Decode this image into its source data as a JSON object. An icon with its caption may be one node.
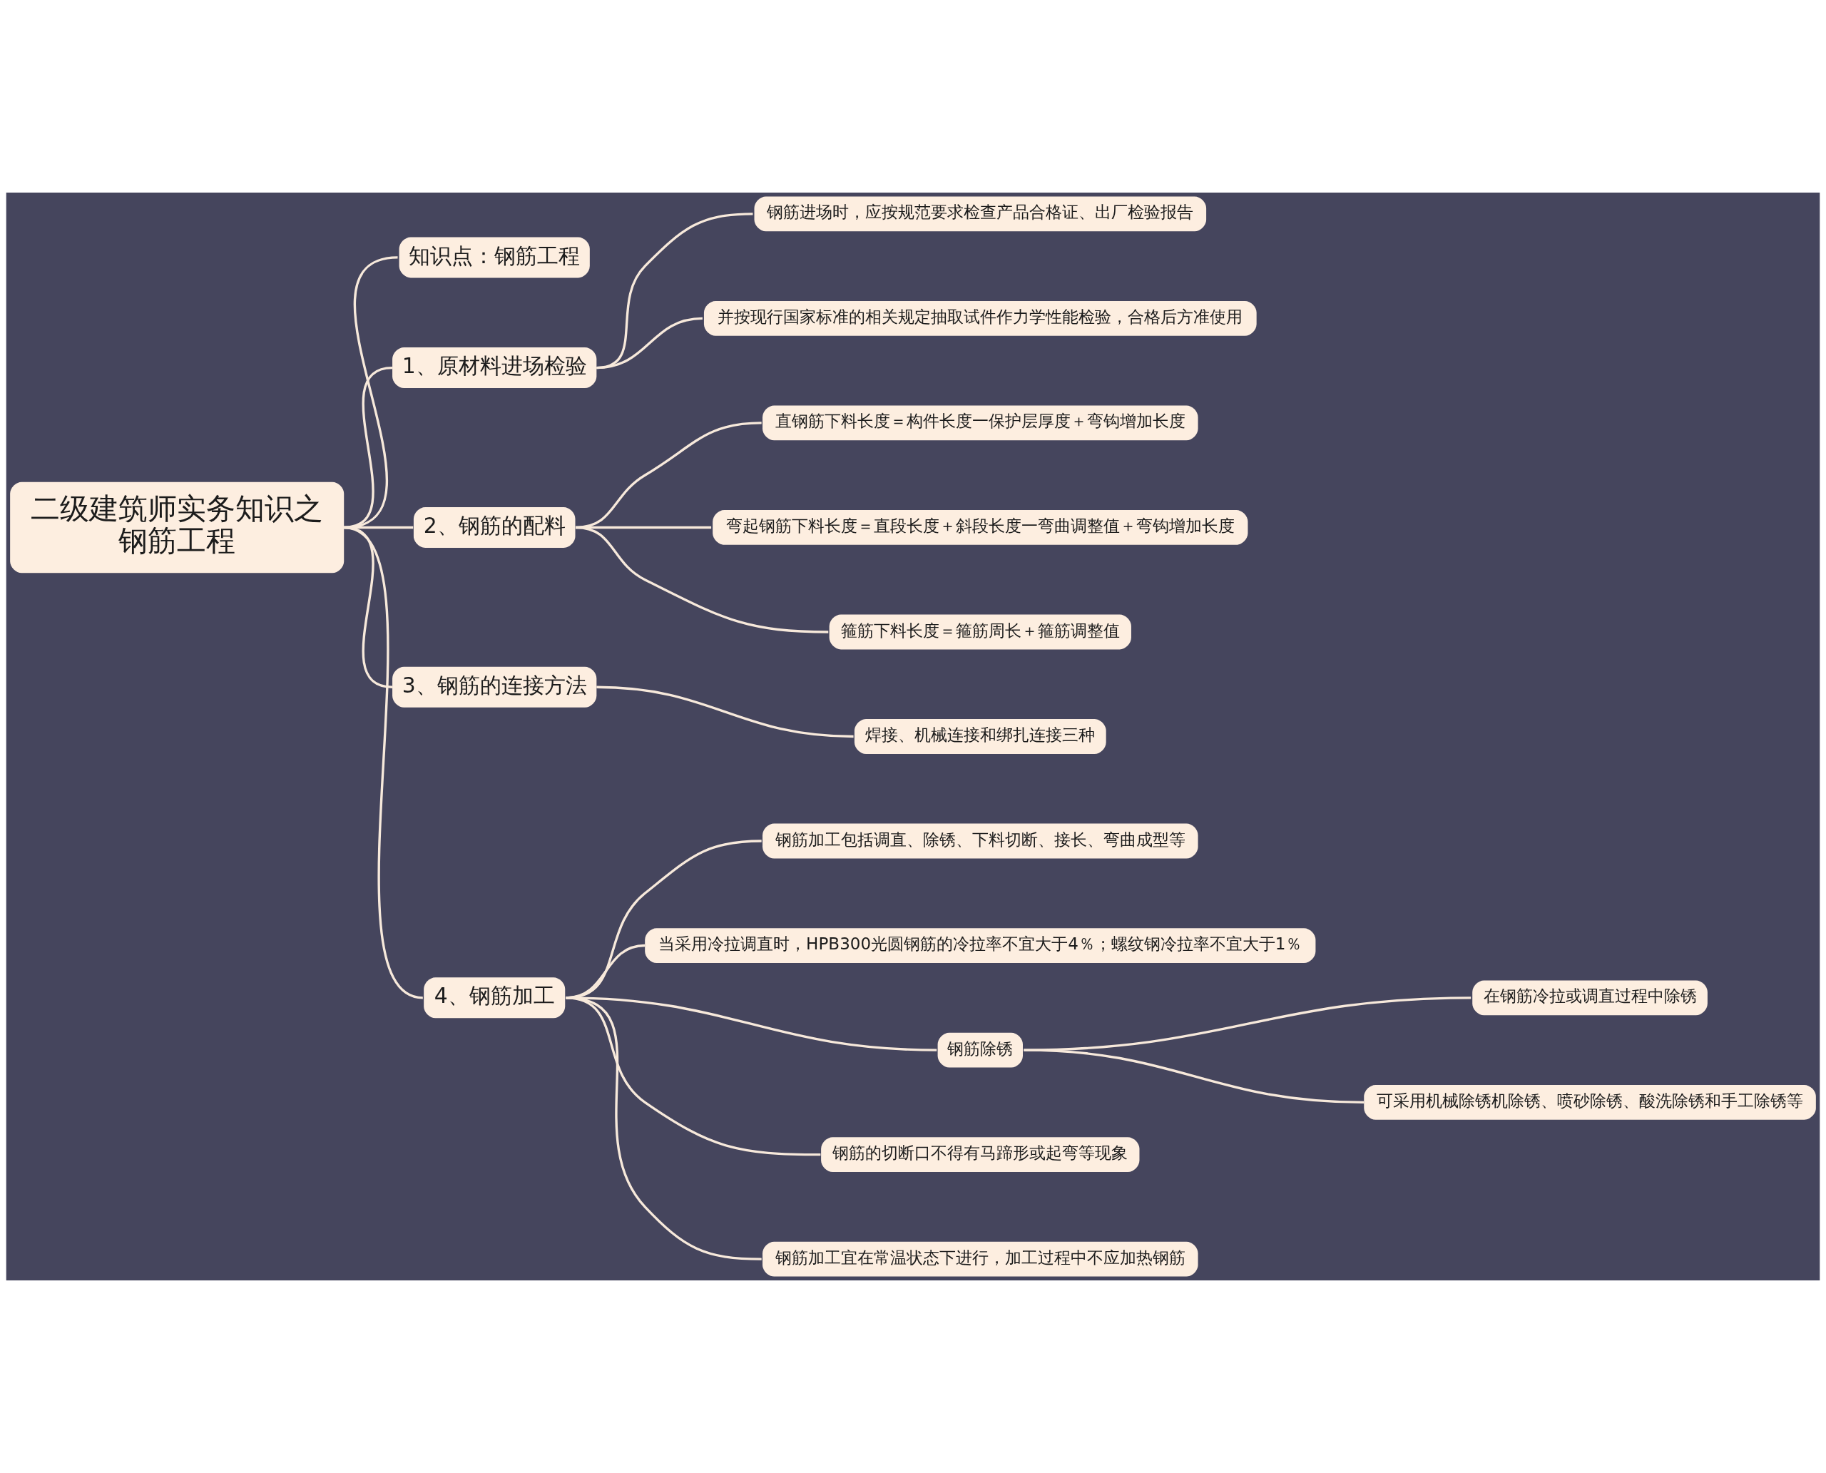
{
  "diagram": {
    "nodes": [
      {
        "text": [
          "二级建筑师实务知识之钢筋工程"
        ]
      },
      {
        "text": [
          "知识点：钢筋工程"
        ]
      },
      {
        "text": [
          "1、原材料进场检验"
        ]
      },
      {
        "text": [
          "钢筋进场时，应按规范要求检查产品合格证、出厂检验报告"
        ]
      },
      {
        "text": [
          "并按现行国家标准的相关规定抽取试件作力学性能检验，合格后方准使用"
        ]
      },
      {
        "text": [
          "2、钢筋的配料"
        ]
      },
      {
        "text": [
          "直钢筋下料长度＝构件长度一保护层厚度＋弯钩增加长度"
        ]
      },
      {
        "text": [
          "弯起钢筋下料长度＝直段长度＋斜段长度一弯曲调整值＋弯钩增加长度"
        ]
      },
      {
        "text": [
          "箍筋下料长度＝箍筋周长＋箍筋调整值"
        ]
      },
      {
        "text": [
          "3、钢筋的连接方法"
        ]
      },
      {
        "text": [
          "焊接、机械连接和绑扎连接三种"
        ]
      },
      {
        "text": [
          "4、钢筋加工"
        ]
      },
      {
        "text": [
          "钢筋加工包括调直、除锈、下料切断、接长、弯曲成型等"
        ]
      },
      {
        "text": [
          "当采用冷拉调直时，HPB300光圆钢筋的冷拉率不宜大于4％；螺纹钢冷拉率不宜大于1％"
        ]
      },
      {
        "text": [
          "钢筋除锈"
        ]
      },
      {
        "text": [
          "在钢筋冷拉或调直过程中除锈"
        ]
      },
      {
        "text": [
          "可采用机械除锈机除锈、喷砂除锈、酸洗除锈和手工除锈等"
        ]
      },
      {
        "text": [
          "钢筋的切断口不得有马蹄形或起弯等现象"
        ]
      },
      {
        "text": [
          "钢筋加工宜在常温状态下进行，加工过程中不应加热钢筋"
        ]
      }
    ],
    "edges": [
      {
        "from": 0,
        "to": 1,
        "arrow": "none"
      },
      {
        "from": 0,
        "to": 2,
        "arrow": "none"
      },
      {
        "from": 2,
        "to": 3,
        "arrow": "none"
      },
      {
        "from": 2,
        "to": 4,
        "arrow": "none"
      },
      {
        "from": 0,
        "to": 5,
        "arrow": "none"
      },
      {
        "from": 5,
        "to": 6,
        "arrow": "none"
      },
      {
        "from": 5,
        "to": 7,
        "arrow": "none"
      },
      {
        "from": 5,
        "to": 8,
        "arrow": "none"
      },
      {
        "from": 0,
        "to": 9,
        "arrow": "none"
      },
      {
        "from": 9,
        "to": 10,
        "arrow": "none"
      },
      {
        "from": 0,
        "to": 11,
        "arrow": "none"
      },
      {
        "from": 11,
        "to": 12,
        "arrow": "none"
      },
      {
        "from": 11,
        "to": 13,
        "arrow": "none"
      },
      {
        "from": 11,
        "to": 14,
        "arrow": "none"
      },
      {
        "from": 14,
        "to": 15,
        "arrow": "none"
      },
      {
        "from": 14,
        "to": 16,
        "arrow": "none"
      },
      {
        "from": 11,
        "to": 17,
        "arrow": "none"
      },
      {
        "from": 11,
        "to": 18,
        "arrow": "none"
      }
    ]
  }
}
